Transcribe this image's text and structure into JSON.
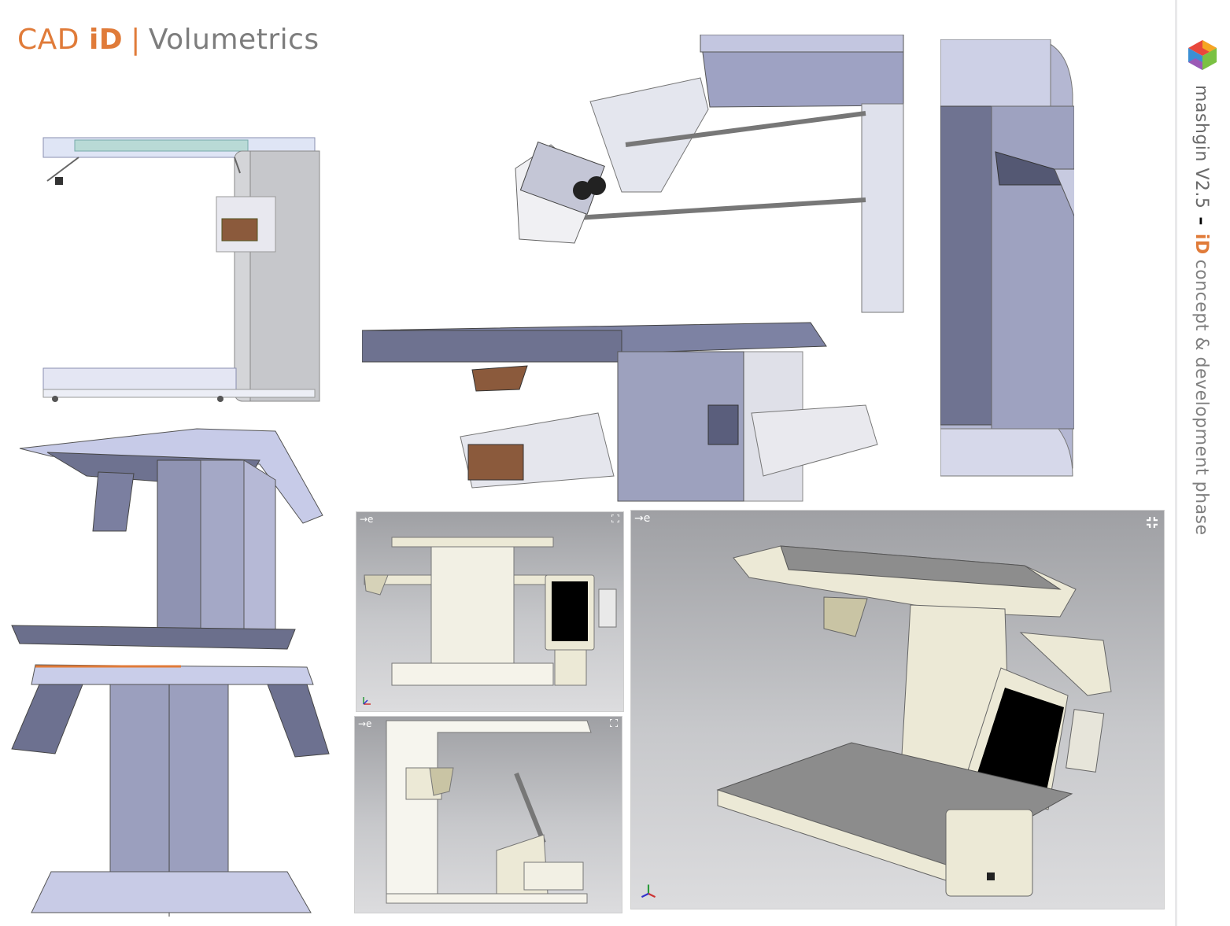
{
  "header": {
    "title_prefix": "CAD",
    "title_id": "iD",
    "title_separator": "|",
    "title_suffix": "Volumetrics"
  },
  "sidebar": {
    "brand": "mashgin V2.5",
    "dash": "–",
    "phase_id": "iD",
    "phase_text": "concept & development phase"
  },
  "viewports": {
    "label": "→e"
  },
  "colors": {
    "accent": "#e07b39",
    "title_gray": "#7d7d7d",
    "cad_surface": "#b4b8d6",
    "cad_dark": "#6e7290",
    "cream": "#ece9d6",
    "viewport_bg": "#b8b9bc"
  },
  "icons": [
    "mashgin-cube-logo-icon",
    "axis-triad-icon",
    "fullscreen-icon"
  ]
}
